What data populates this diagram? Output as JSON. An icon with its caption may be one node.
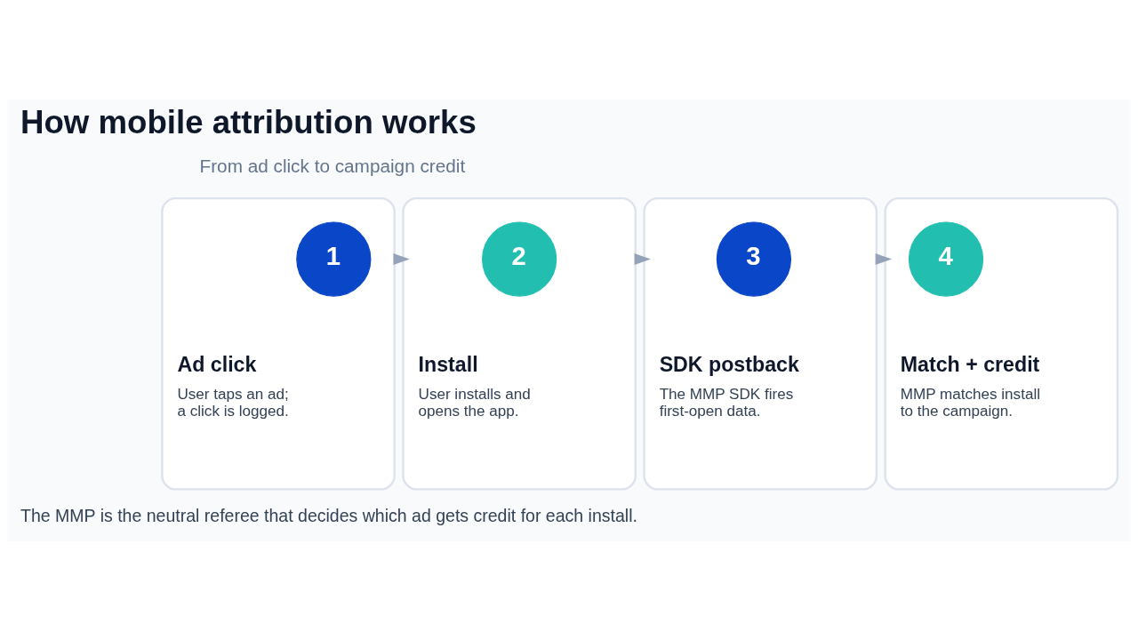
{
  "diagram": {
    "title": "How mobile attribution works",
    "nodes": [
      {
        "text": [
          "Ad click",
          "User taps an ad; a click is logged."
        ]
      },
      {
        "text": [
          "1"
        ],
        "in": 0
      },
      {
        "text": [
          "Install",
          "User installs and opens the app."
        ]
      },
      {
        "text": [
          "2"
        ],
        "in": 2
      },
      {
        "text": [
          "SDK postback",
          "The MMP SDK fires first-open data."
        ]
      },
      {
        "text": [
          "3"
        ],
        "in": 4
      },
      {
        "text": [
          "Match + credit",
          "MMP matches install to the campaign."
        ]
      },
      {
        "text": [
          "4"
        ],
        "in": 6
      }
    ],
    "edges": [
      {
        "from": 0,
        "to": 2,
        "arrow": "to"
      },
      {
        "from": 2,
        "to": 4,
        "arrow": "to"
      },
      {
        "from": 4,
        "to": 6,
        "arrow": "to"
      }
    ],
    "labels": [
      "From ad click to campaign credit",
      "The MMP is the neutral referee that decides which ad gets credit for each install."
    ]
  }
}
